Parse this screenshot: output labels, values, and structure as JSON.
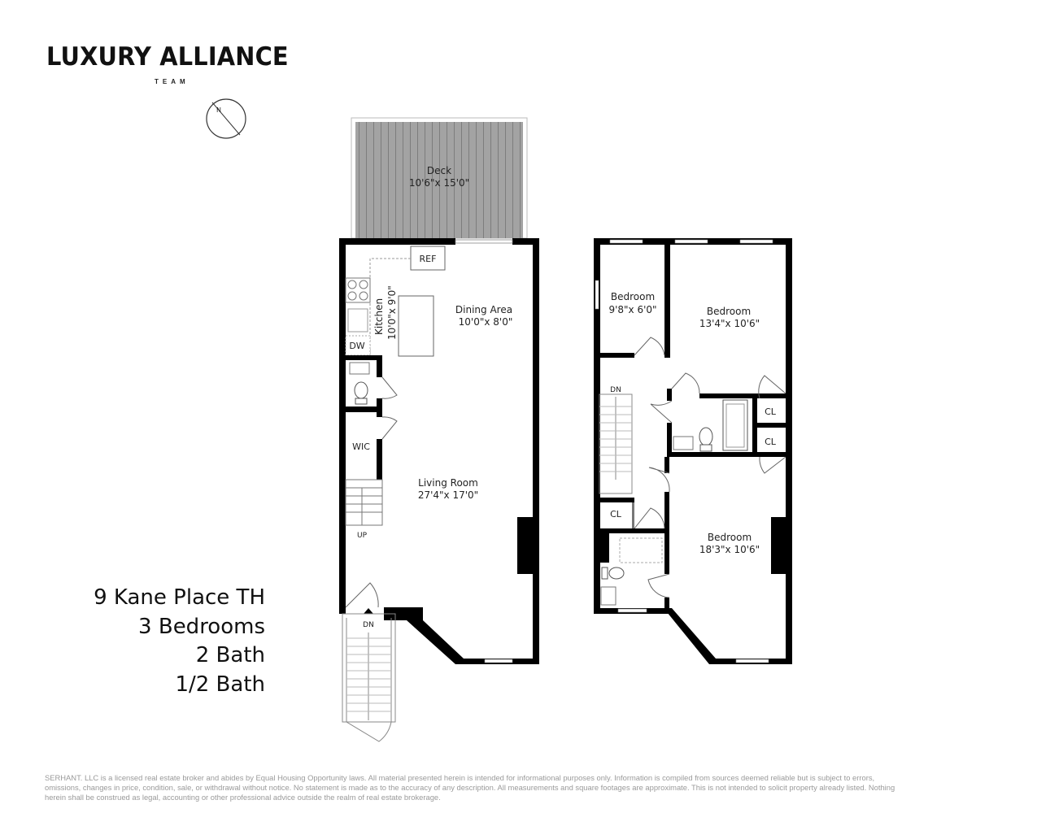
{
  "logo": {
    "name": "LUXURY ALLIANCE",
    "sub": "TEAM"
  },
  "listing": {
    "address": "9 Kane Place TH",
    "bedrooms": "3 Bedrooms",
    "baths": "2 Bath",
    "half_baths": "1/2 Bath"
  },
  "compass": {
    "label": "N"
  },
  "floor1": {
    "deck": {
      "name": "Deck",
      "dims": "10'6\"x 15'0\""
    },
    "ref": "REF",
    "dw": "DW",
    "kitchen": {
      "name": "Kitchen",
      "dims": "10'0\"x 9'0\""
    },
    "dining": {
      "name": "Dining Area",
      "dims": "10'0\"x 8'0\""
    },
    "wic": "WIC",
    "living": {
      "name": "Living Room",
      "dims": "27'4\"x 17'0\""
    },
    "up": "UP",
    "dn": "DN"
  },
  "floor2": {
    "bedroom1": {
      "name": "Bedroom",
      "dims": "9'8\"x 6'0\""
    },
    "bedroom2": {
      "name": "Bedroom",
      "dims": "13'4\"x 10'6\""
    },
    "bedroom3": {
      "name": "Bedroom",
      "dims": "18'3\"x 10'6\""
    },
    "dn": "DN",
    "cl1": "CL",
    "cl2": "CL",
    "cl3": "CL"
  },
  "disclaimer": [
    "SERHANT. LLC is a licensed real estate broker and abides by Equal Housing Opportunity laws. All material presented herein is intended for informational purposes only. Information is compiled from sources deemed reliable but is subject to errors,",
    "omissions, changes in price, condition, sale, or withdrawal without notice. No statement is made as to the accuracy of any description. All measurements and square footages are approximate. This is not intended to solicit property already listed. Nothing",
    "herein shall be construed as legal, accounting or other professional advice outside the realm of real estate brokerage."
  ]
}
